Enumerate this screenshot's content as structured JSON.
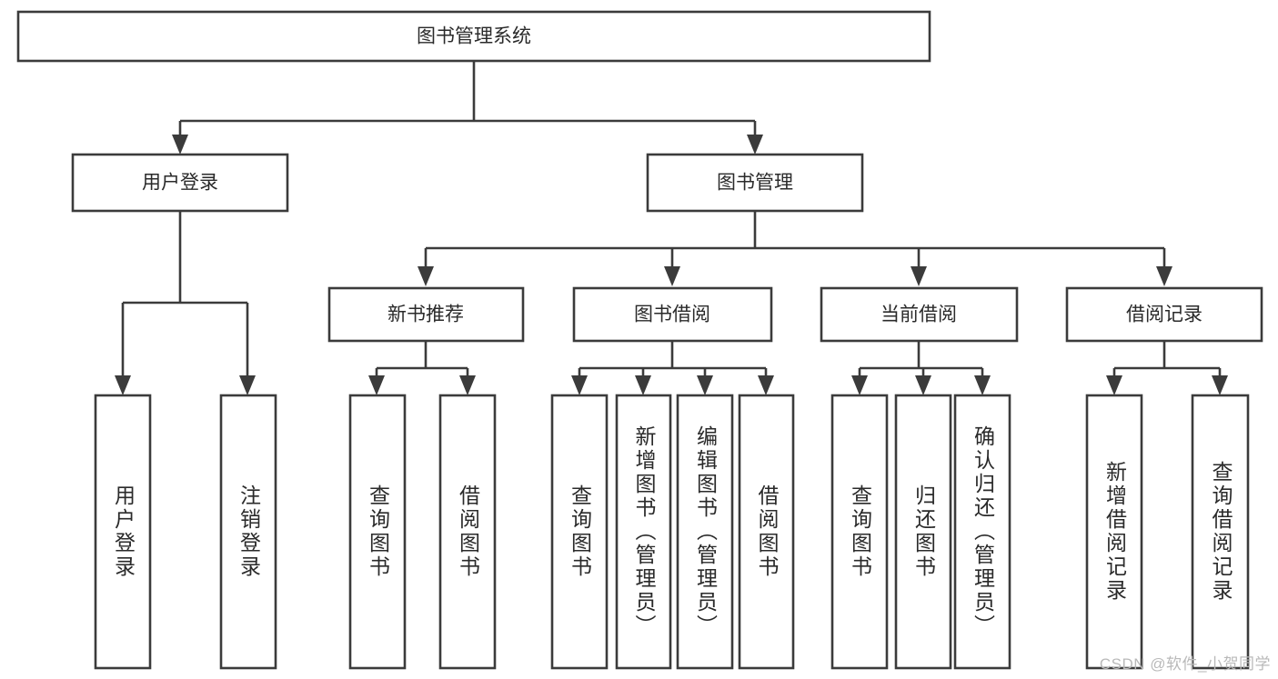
{
  "diagram": {
    "type": "hierarchy-tree",
    "title": "图书管理系统",
    "root": {
      "label": "图书管理系统"
    },
    "level2": [
      {
        "label": "用户登录"
      },
      {
        "label": "图书管理"
      }
    ],
    "level3": [
      {
        "label": "新书推荐"
      },
      {
        "label": "图书借阅"
      },
      {
        "label": "当前借阅"
      },
      {
        "label": "借阅记录"
      }
    ],
    "leaves": {
      "user_login": [
        {
          "label": "用户登录"
        },
        {
          "label": "注销登录"
        }
      ],
      "new_book_recommend": [
        {
          "label": "查询图书"
        },
        {
          "label": "借阅图书"
        }
      ],
      "book_borrow": [
        {
          "label": "查询图书"
        },
        {
          "label": "新增图书（管理员）"
        },
        {
          "label": "编辑图书（管理员）"
        },
        {
          "label": "借阅图书"
        }
      ],
      "current_borrow": [
        {
          "label": "查询图书"
        },
        {
          "label": "归还图书"
        },
        {
          "label": "确认归还（管理员）"
        }
      ],
      "borrow_record": [
        {
          "label": "新增借阅记录"
        },
        {
          "label": "查询借阅记录"
        }
      ]
    }
  },
  "watermark": {
    "text": "CSDN @软件_小贺同学"
  },
  "colors": {
    "stroke": "#3b3b3b",
    "box_fill": "#ffffff",
    "text": "#2a2a2a",
    "watermark": "#b9b9b9",
    "background": "#ffffff"
  }
}
